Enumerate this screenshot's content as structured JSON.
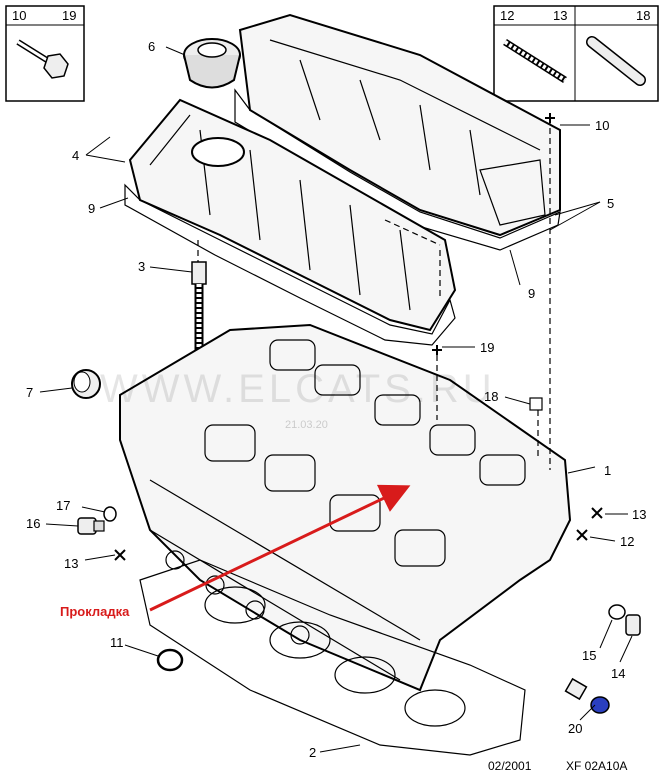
{
  "inset_left": {
    "labels": [
      "10",
      "19"
    ]
  },
  "inset_right": {
    "labels": [
      "12",
      "13",
      "18"
    ]
  },
  "callouts": [
    "1",
    "2",
    "3",
    "4",
    "5",
    "6",
    "7",
    "9",
    "9",
    "10",
    "11",
    "12",
    "13",
    "13",
    "14",
    "15",
    "16",
    "17",
    "18",
    "19",
    "20"
  ],
  "annotation": {
    "text": "Прокладка",
    "color": "#d81b1b"
  },
  "watermark": {
    "text": "WWW.ELCATS.RU",
    "date": "21.03.20"
  },
  "footer": {
    "date": "02/2001",
    "code": "XF 02A10A"
  }
}
